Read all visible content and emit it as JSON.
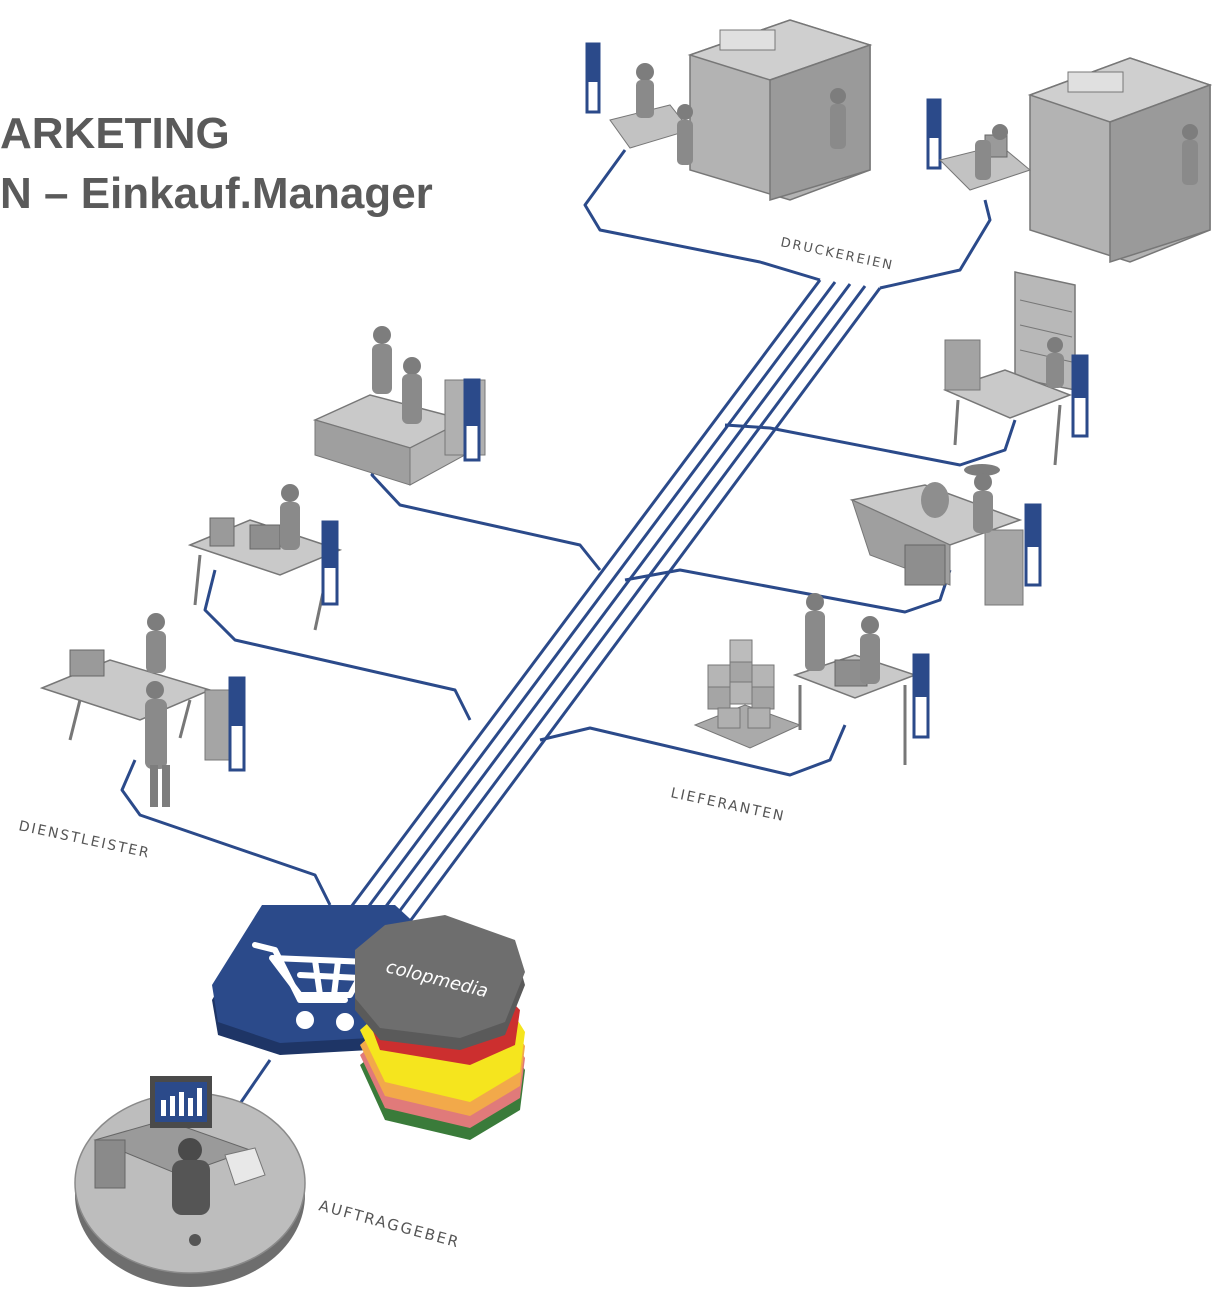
{
  "header": {
    "line1": "ARKETING",
    "line2": "N – Einkauf.Manager"
  },
  "groups": {
    "druckereien": "DRUCKEREIEN",
    "lieferanten": "LIEFERANTEN",
    "dienstleister": "DIENSTLEISTER",
    "auftraggeber": "AUFTRAGGEBER"
  },
  "hub": {
    "logo_text": "colopmedia",
    "icon": "shopping-cart-icon"
  },
  "colors": {
    "line": "#2b4a8a",
    "hub": "#2b4a8a",
    "hub_dark": "#1e3566",
    "logo_box": "#6e6e6e",
    "machine": "#a9a9a9",
    "desk": "#9c9c9c"
  }
}
